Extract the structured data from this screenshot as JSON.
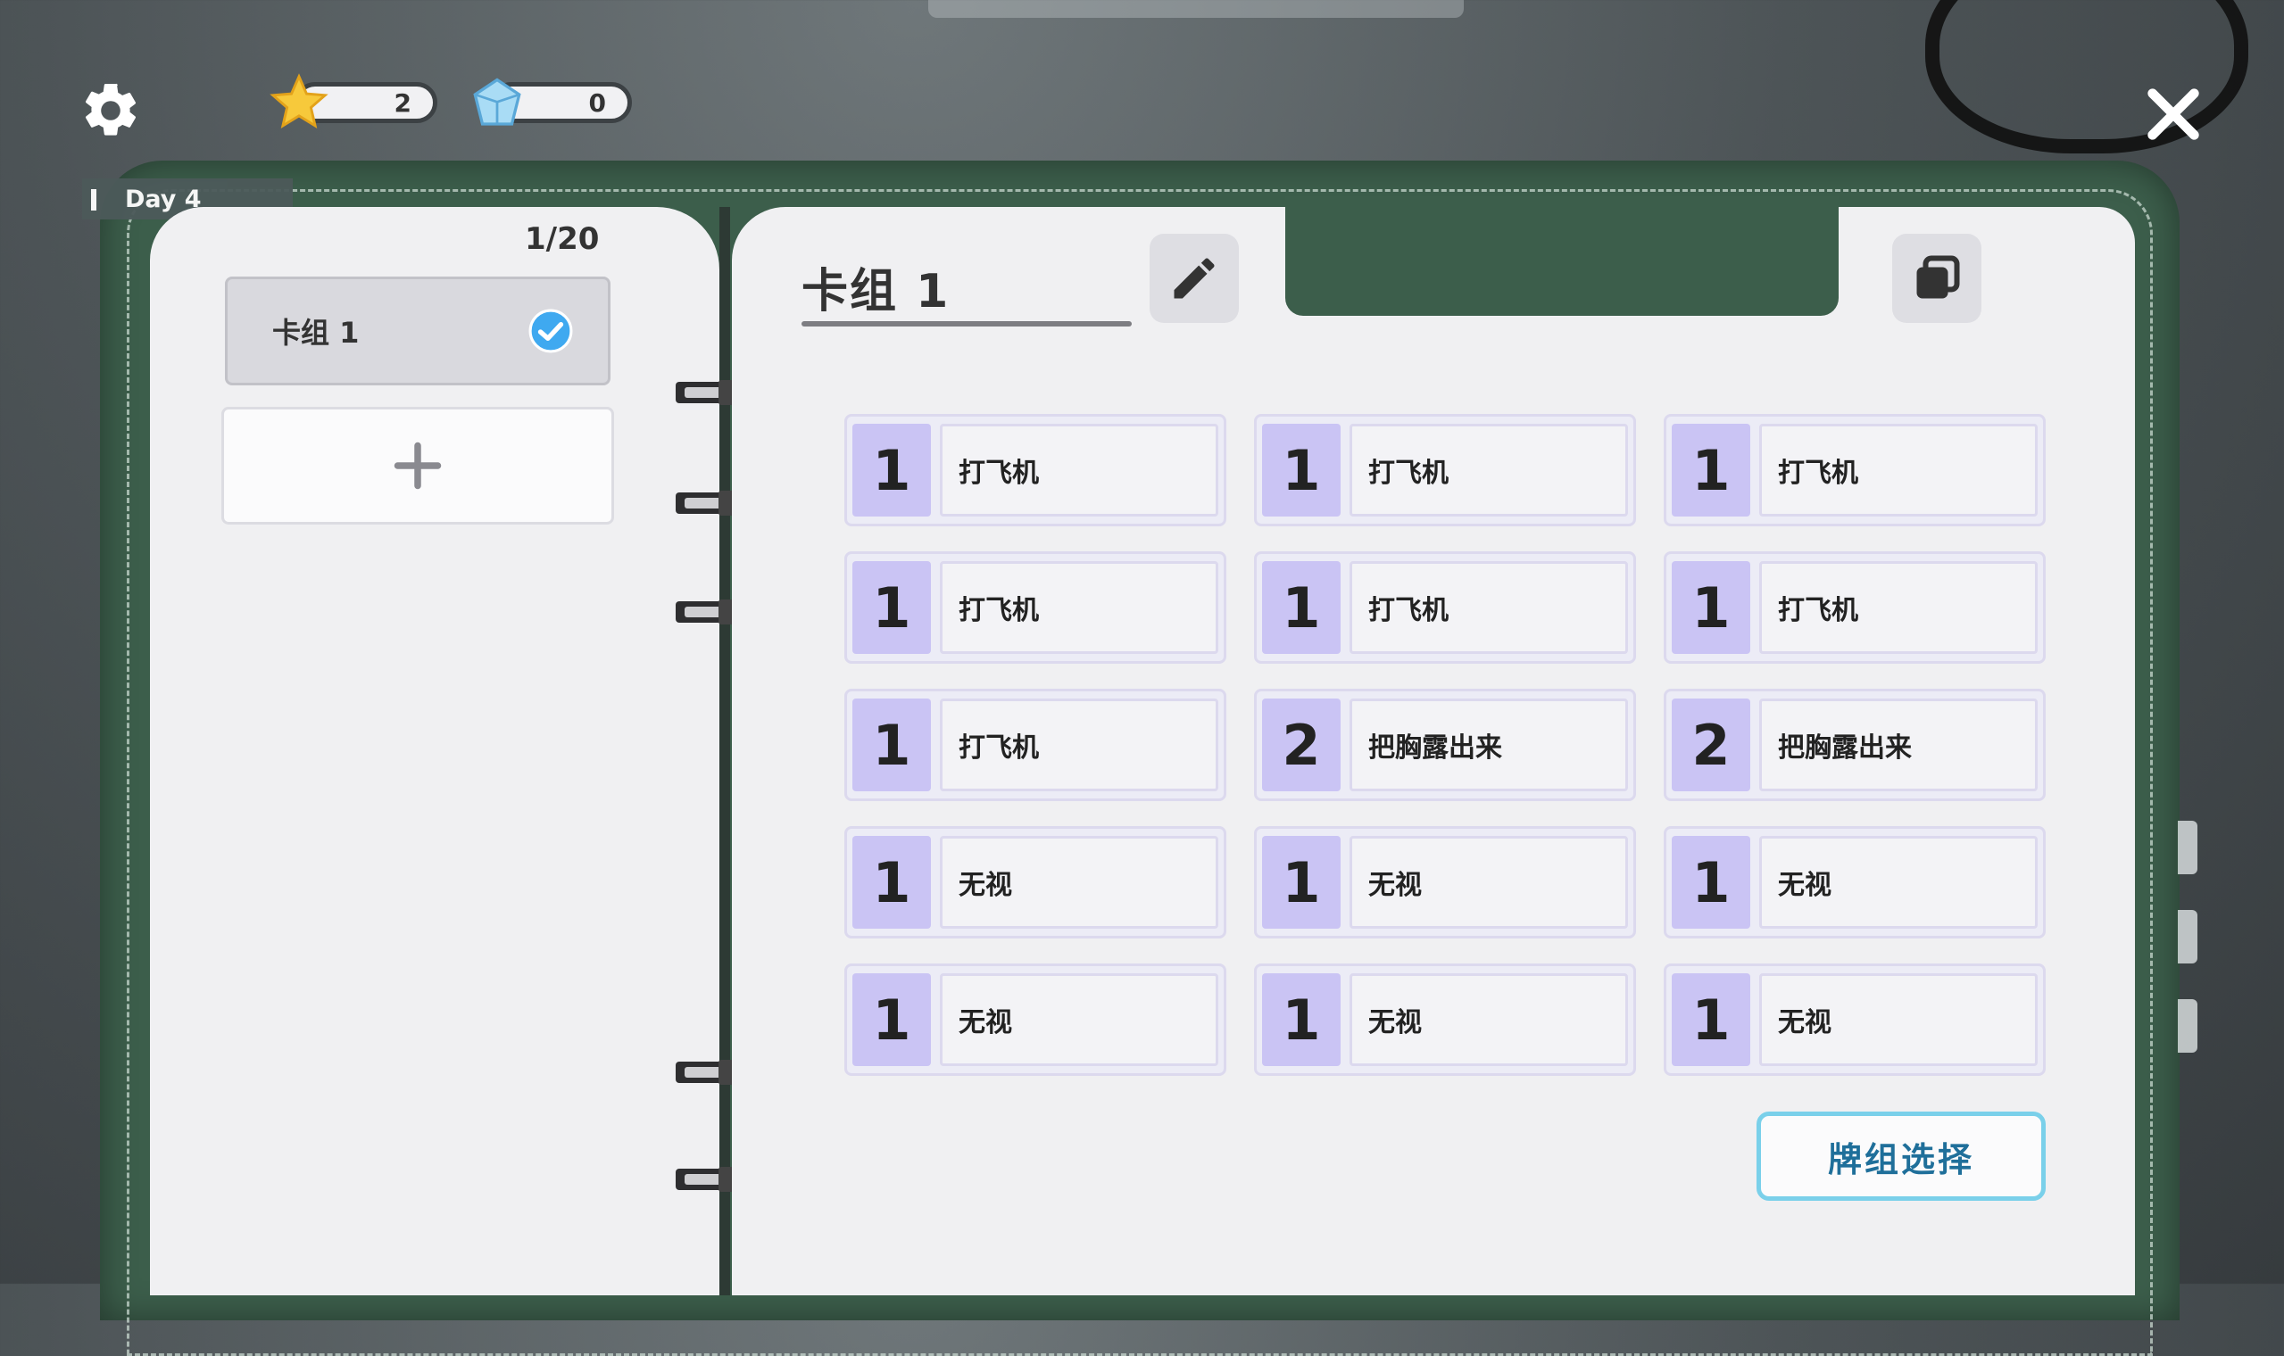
{
  "resources": {
    "stars": "2",
    "gems": "0"
  },
  "day_label": "Day 4",
  "deck_list": {
    "counter": "1/20",
    "items": [
      {
        "label": "卡组 1",
        "selected": true
      }
    ],
    "add_symbol": "+"
  },
  "deck": {
    "title": "卡组 1",
    "cards": [
      {
        "cost": "1",
        "name": "打飞机"
      },
      {
        "cost": "1",
        "name": "打飞机"
      },
      {
        "cost": "1",
        "name": "打飞机"
      },
      {
        "cost": "1",
        "name": "打飞机"
      },
      {
        "cost": "1",
        "name": "打飞机"
      },
      {
        "cost": "1",
        "name": "打飞机"
      },
      {
        "cost": "1",
        "name": "打飞机"
      },
      {
        "cost": "2",
        "name": "把胸露出来"
      },
      {
        "cost": "2",
        "name": "把胸露出来"
      },
      {
        "cost": "1",
        "name": "无视"
      },
      {
        "cost": "1",
        "name": "无视"
      },
      {
        "cost": "1",
        "name": "无视"
      },
      {
        "cost": "1",
        "name": "无视"
      },
      {
        "cost": "1",
        "name": "无视"
      },
      {
        "cost": "1",
        "name": "无视"
      }
    ],
    "select_button_label": "牌组选择"
  },
  "colors": {
    "binder_green": "#3c5e4b",
    "page": "#f0f0f2",
    "card_cost_bg": "#cac4f4",
    "check_blue": "#3fa9f0",
    "select_button_border": "#7ad0ea",
    "select_button_text": "#1f6f9a"
  },
  "icons": [
    "gear-icon",
    "star-icon",
    "gem-icon",
    "close-icon",
    "check-icon",
    "plus-icon",
    "pencil-icon",
    "copy-icon"
  ]
}
